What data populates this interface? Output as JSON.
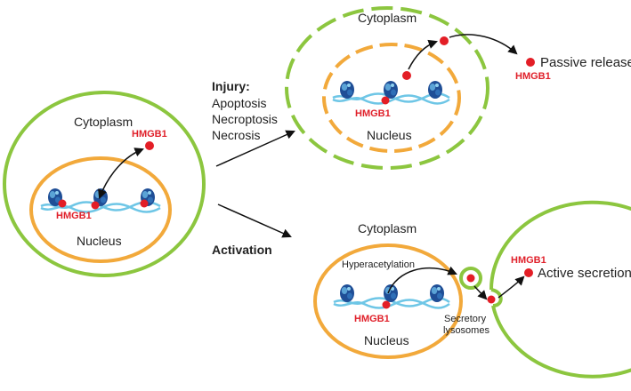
{
  "colors": {
    "cell_membrane": "#8cc63f",
    "nuclear_membrane": "#f2a93b",
    "hmgb1": "#e31e26",
    "dna": "#6ec6e6",
    "histone": "#1f4e96",
    "text": "#222222",
    "arrow": "#111111"
  },
  "normal_cell": {
    "cytoplasm_label": "Cytoplasm",
    "nucleus_label": "Nucleus",
    "hmgb1_cytoplasm_label": "HMGB1",
    "hmgb1_nucleus_label": "HMGB1"
  },
  "injury": {
    "title": "Injury:",
    "items": [
      "Apoptosis",
      "Necroptosis",
      "Necrosis"
    ]
  },
  "injured_cell": {
    "cytoplasm_label": "Cytoplasm",
    "nucleus_label": "Nucleus",
    "hmgb1_nucleus_label": "HMGB1",
    "hmgb1_released_label": "HMGB1",
    "outcome_label": "Passive release"
  },
  "activation": {
    "title": "Activation"
  },
  "activated_cell": {
    "cytoplasm_label": "Cytoplasm",
    "nucleus_label": "Nucleus",
    "hmgb1_nucleus_label": "HMGB1",
    "hmgb1_secreted_label": "HMGB1",
    "process_label": "Hyperacetylation",
    "vesicle_label_line1": "Secretory",
    "vesicle_label_line2": "lysosomes",
    "outcome_label": "Active secretion"
  }
}
